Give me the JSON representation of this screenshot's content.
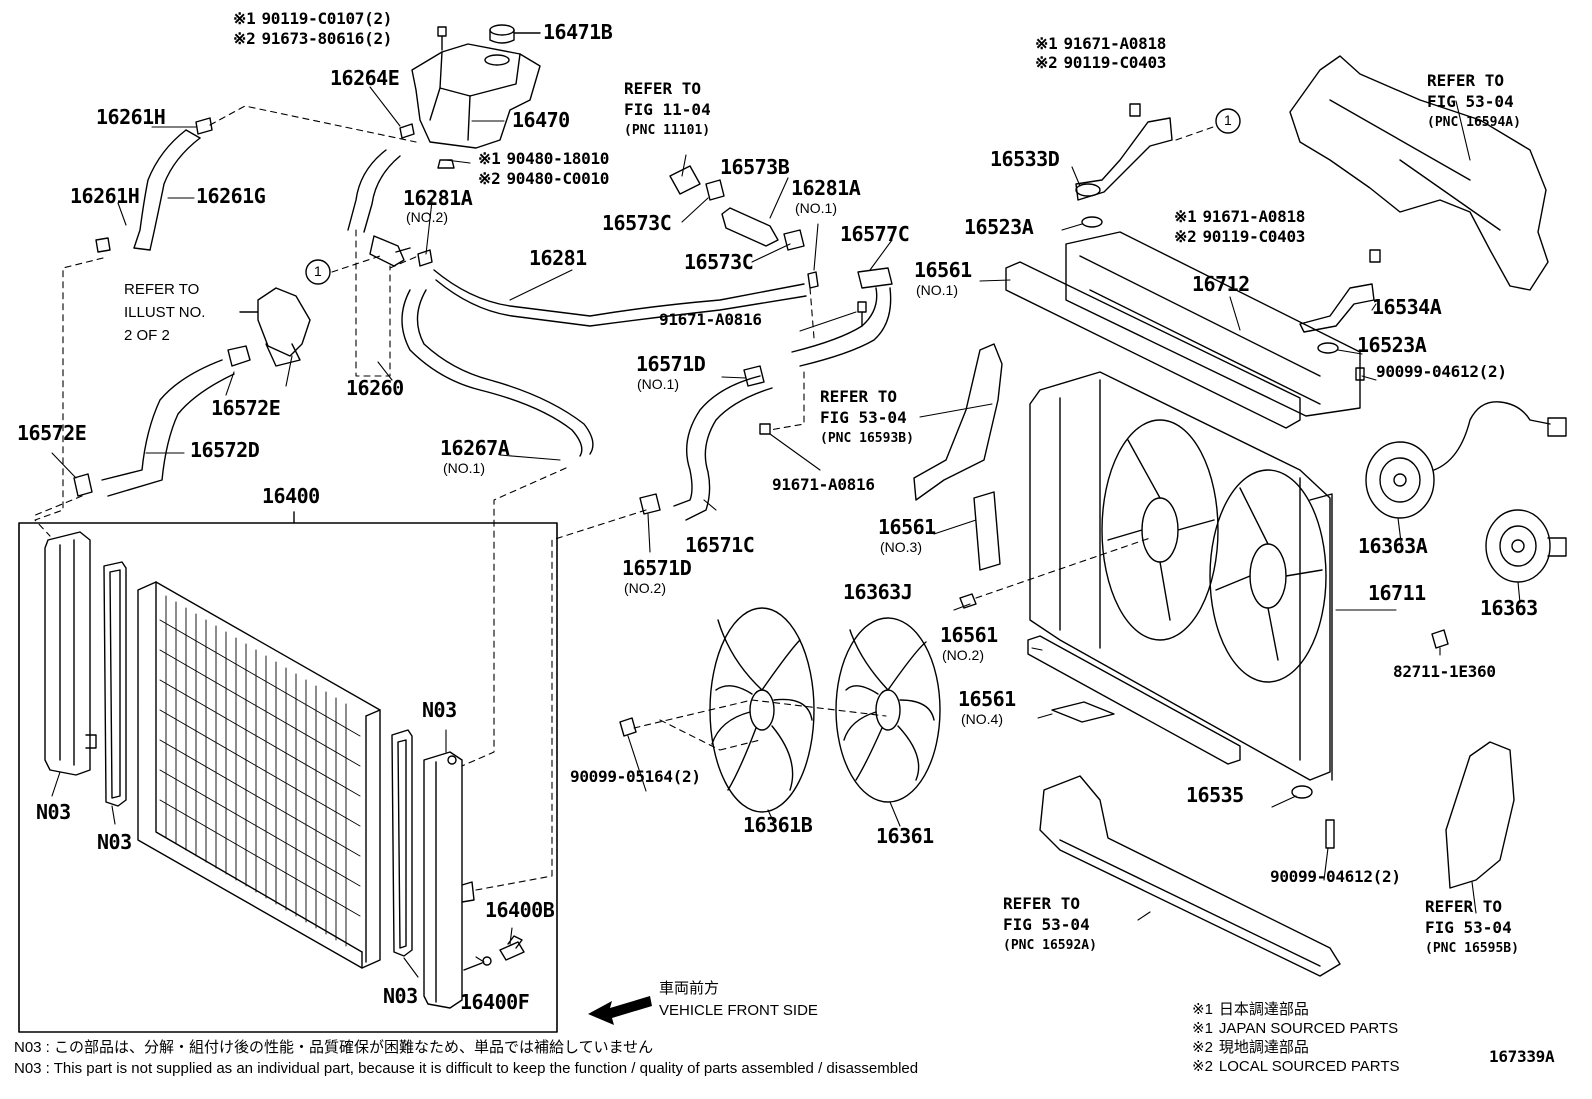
{
  "part_labels": {
    "p16471B": "16471B",
    "p16264E": "16264E",
    "p16470": "16470",
    "p16261H_a": "16261H",
    "p16261H_b": "16261H",
    "p16261G": "16261G",
    "p16281A_2": "16281A",
    "p16281A_2_sub": "(NO.2)",
    "p16281": "16281",
    "p16260": "16260",
    "p16572E_a": "16572E",
    "p16572E_b": "16572E",
    "p16572D": "16572D",
    "p16267A": "16267A",
    "p16267A_sub": "(NO.1)",
    "p16400": "16400",
    "pN03_a": "N03",
    "pN03_b": "N03",
    "pN03_c": "N03",
    "pN03_d": "N03",
    "p16400B": "16400B",
    "p16400F": "16400F",
    "p16573B": "16573B",
    "p16573C_a": "16573C",
    "p16573C_b": "16573C",
    "p16281A_1": "16281A",
    "p16281A_1_sub": "(NO.1)",
    "p16577C": "16577C",
    "p91671A0816_a": "91671-A0816",
    "p91671A0816_b": "91671-A0816",
    "p16571D_1": "16571D",
    "p16571D_1_sub": "(NO.1)",
    "p16571D_2": "16571D",
    "p16571D_2_sub": "(NO.2)",
    "p16571C": "16571C",
    "p9009905164": "90099-05164(2)",
    "p16361B": "16361B",
    "p16361": "16361",
    "p16533D": "16533D",
    "p16523A_a": "16523A",
    "p16523A_b": "16523A",
    "p16561_1": "16561",
    "p16561_1_sub": "(NO.1)",
    "p16712": "16712",
    "p16534A": "16534A",
    "p9009904612_a": "90099-04612(2)",
    "p9009904612_b": "90099-04612(2)",
    "p16561_3": "16561",
    "p16561_3_sub": "(NO.3)",
    "p16363J": "16363J",
    "p16363A": "16363A",
    "p16711": "16711",
    "p16363": "16363",
    "p16561_2": "16561",
    "p16561_2_sub": "(NO.2)",
    "p16561_4": "16561",
    "p16561_4_sub": "(NO.4)",
    "p827111E360": "82711-1E360",
    "p16535": "16535",
    "p167339A": "167339A"
  },
  "marked_labels": {
    "cap_screw_1": {
      "mark": "※1",
      "text": "90119-C0107(2)"
    },
    "cap_screw_2": {
      "mark": "※2",
      "text": "91673-80616(2)"
    },
    "tank_nut_1": {
      "mark": "※1",
      "text": "90480-18010"
    },
    "tank_nut_2": {
      "mark": "※2",
      "text": "90480-C0010"
    },
    "bracket_top_1": {
      "mark": "※1",
      "text": "91671-A0818"
    },
    "bracket_top_2": {
      "mark": "※2",
      "text": "90119-C0403"
    },
    "bracket_mid_1": {
      "mark": "※1",
      "text": "91671-A0818"
    },
    "bracket_mid_2": {
      "mark": "※2",
      "text": "90119-C0403"
    }
  },
  "callouts": {
    "circle_1_a": "1",
    "circle_1_b": "1"
  },
  "refs": {
    "fig1104": {
      "line1": "REFER TO",
      "line2": "FIG 11-04",
      "line3": "(PNC 11101)"
    },
    "fig5304_a": {
      "line1": "REFER TO",
      "line2": "FIG 53-04",
      "line3": "(PNC 16594A)"
    },
    "fig5304_b": {
      "line1": "REFER TO",
      "line2": "FIG 53-04",
      "line3": "(PNC 16593B)"
    },
    "fig5304_c": {
      "line1": "REFER TO",
      "line2": "FIG 53-04",
      "line3": "(PNC 16592A)"
    },
    "fig5304_d": {
      "line1": "REFER TO",
      "line2": "FIG 53-04",
      "line3": "(PNC 16595B)"
    },
    "illust": {
      "line1": "REFER TO",
      "line2": "ILLUST NO.",
      "line3": "2 OF 2"
    }
  },
  "direction": {
    "jp": "車両前方",
    "en": "VEHICLE FRONT SIDE"
  },
  "notes": {
    "n03_jp": "N03 : この部品は、分解・組付け後の性能・品質確保が困難なため、単品では補給していません",
    "n03_en": "N03 : This part is not supplied as an individual part, because it is difficult to keep the function / quality of parts  assembled / disassembled"
  },
  "legend": [
    {
      "mark": "※1",
      "text": "日本調達部品"
    },
    {
      "mark": "※1",
      "text": "JAPAN SOURCED PARTS"
    },
    {
      "mark": "※2",
      "text": "現地調達部品"
    },
    {
      "mark": "※2",
      "text": "LOCAL SOURCED PARTS"
    }
  ]
}
